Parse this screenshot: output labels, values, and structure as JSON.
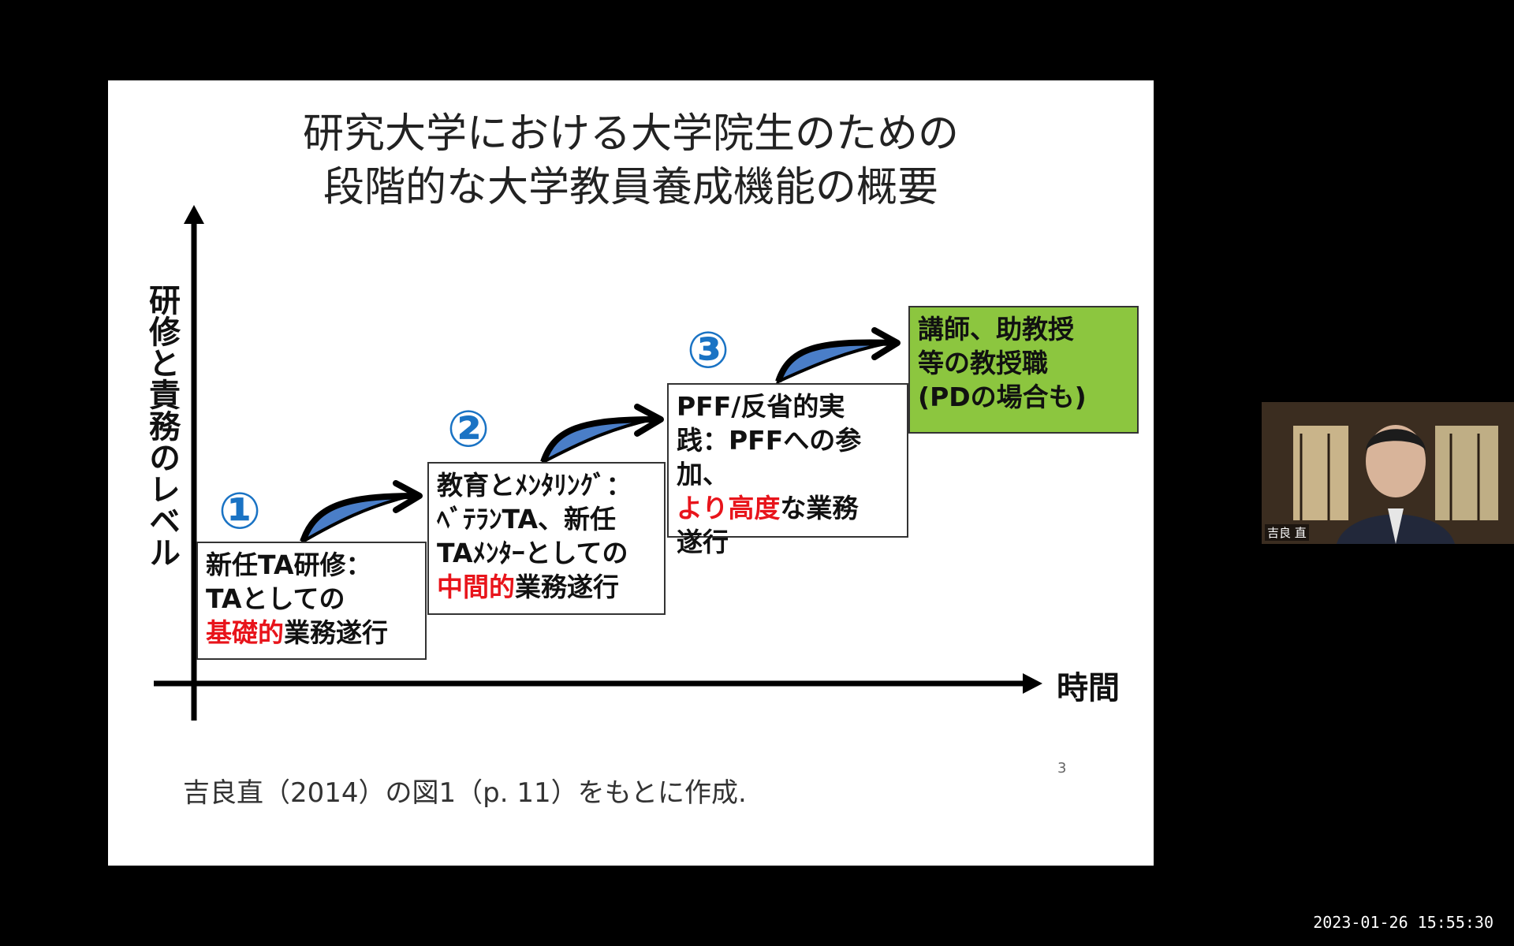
{
  "slide": {
    "title_line1": "研究大学における大学院生のための",
    "title_line2": "段階的な大学教員養成機能の概要",
    "y_axis_label": "研修と責務のレベル",
    "x_axis_label": "時間",
    "steps": [
      {
        "num": "①",
        "line1": "新任TA研修：",
        "line2": "TAとしての",
        "red": "基礎的",
        "rest": "業務遂行"
      },
      {
        "num": "②",
        "line1": "教育とﾒﾝﾀﾘﾝｸﾞ：",
        "line2": "ﾍﾞﾃﾗﾝTA、新任",
        "line3": "TAﾒﾝﾀｰとしての",
        "red": "中間的",
        "rest": "業務遂行"
      },
      {
        "num": "③",
        "line1": "PFF/反省的実",
        "line2": "践：PFFへの参加、",
        "red": "より高度",
        "rest": "な業務",
        "line4": "遂行"
      }
    ],
    "goal": {
      "line1": "講師、助教授",
      "line2": "等の教授職",
      "line3": "(PDの場合も)"
    },
    "footer": "吉良直（2014）の図1（p. 11）をもとに作成.",
    "page_number": "3"
  },
  "participant": {
    "name": "吉良 直"
  },
  "timestamp": "2023-01-26  15:55:30",
  "colors": {
    "arrow_fill": "#4a7ec8",
    "red_text": "#e8141b",
    "goal_bg": "#8cc63f",
    "number_blue": "#1a73c4"
  }
}
